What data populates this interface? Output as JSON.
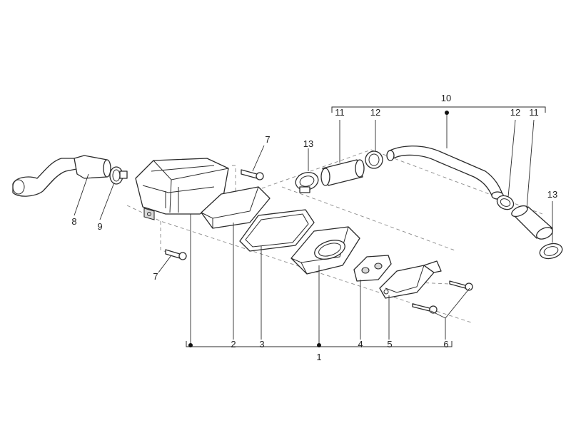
{
  "callouts": {
    "c1": "1",
    "c2": "2",
    "c3": "3",
    "c4": "4",
    "c5": "5",
    "c6": "6",
    "c7a": "7",
    "c7b": "7",
    "c8": "8",
    "c9": "9",
    "c10": "10",
    "c11a": "11",
    "c11b": "11",
    "c12a": "12",
    "c12b": "12",
    "c13a": "13",
    "c13b": "13"
  },
  "colors": {
    "line": "#2b2b2b",
    "dash": "#8a8a8a",
    "shade": "#d9d9d9",
    "background": "#ffffff"
  }
}
